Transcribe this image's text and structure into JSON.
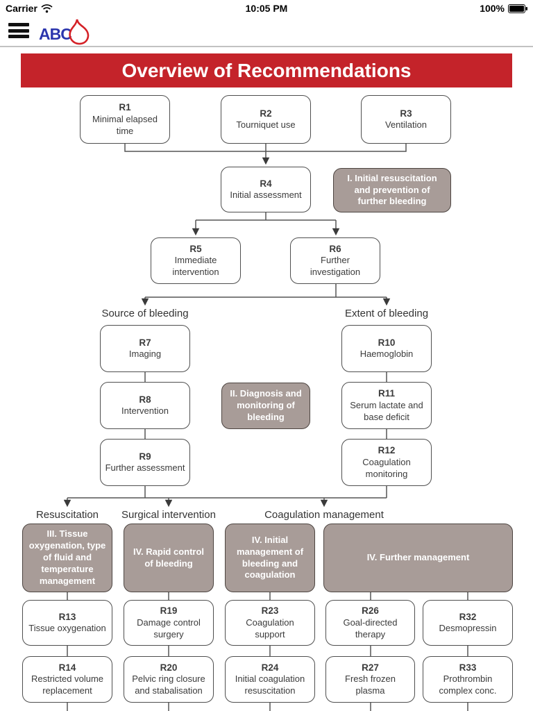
{
  "status_bar": {
    "carrier": "Carrier",
    "time": "10:05 PM",
    "battery_percent": "100%"
  },
  "header": {
    "logo": "ABC"
  },
  "banner": {
    "title": "Overview of Recommendations"
  },
  "colors": {
    "banner_red": "#c4232a",
    "section_grey": "#a89c98",
    "section_border": "#4c4440",
    "node_border": "#4e4e4e",
    "connector_grey": "#555555",
    "logo_blue": "#2b35ad",
    "logo_flame_red": "#d42127"
  },
  "branch_labels": {
    "source": "Source of bleeding",
    "extent": "Extent of bleeding",
    "resuscitation": "Resuscitation",
    "surgical": "Surgical intervention",
    "coagulation": "Coagulation management"
  },
  "sections": {
    "s1": "I. Initial resuscitation and prevention of further bleeding",
    "s2": "II. Diagnosis and monitoring of bleeding",
    "s3": "III. Tissue oxygenation, type of fluid and temperature management",
    "s4": "IV. Rapid control of bleeding",
    "s5": "IV. Initial management of bleeding and coagulation",
    "s6": "IV. Further management"
  },
  "nodes": {
    "r1": {
      "code": "R1",
      "label": "Minimal elapsed time"
    },
    "r2": {
      "code": "R2",
      "label": "Tourniquet use"
    },
    "r3": {
      "code": "R3",
      "label": "Ventilation"
    },
    "r4": {
      "code": "R4",
      "label": "Initial assessment"
    },
    "r5": {
      "code": "R5",
      "label": "Immediate intervention"
    },
    "r6": {
      "code": "R6",
      "label": "Further investigation"
    },
    "r7": {
      "code": "R7",
      "label": "Imaging"
    },
    "r8": {
      "code": "R8",
      "label": "Intervention"
    },
    "r9": {
      "code": "R9",
      "label": "Further assessment"
    },
    "r10": {
      "code": "R10",
      "label": "Haemoglobin"
    },
    "r11": {
      "code": "R11",
      "label": "Serum lactate and base deficit"
    },
    "r12": {
      "code": "R12",
      "label": "Coagulation monitoring"
    },
    "r13": {
      "code": "R13",
      "label": "Tissue oxygenation"
    },
    "r14": {
      "code": "R14",
      "label": "Restricted volume replacement"
    },
    "r19": {
      "code": "R19",
      "label": "Damage control surgery"
    },
    "r20": {
      "code": "R20",
      "label": "Pelvic ring closure and stabalisation"
    },
    "r23": {
      "code": "R23",
      "label": "Coagulation support"
    },
    "r24": {
      "code": "R24",
      "label": "Initial coagulation resuscitation"
    },
    "r26": {
      "code": "R26",
      "label": "Goal-directed therapy"
    },
    "r27": {
      "code": "R27",
      "label": "Fresh frozen plasma"
    },
    "r32": {
      "code": "R32",
      "label": "Desmopressin"
    },
    "r33": {
      "code": "R33",
      "label": "Prothrombin complex conc."
    }
  }
}
